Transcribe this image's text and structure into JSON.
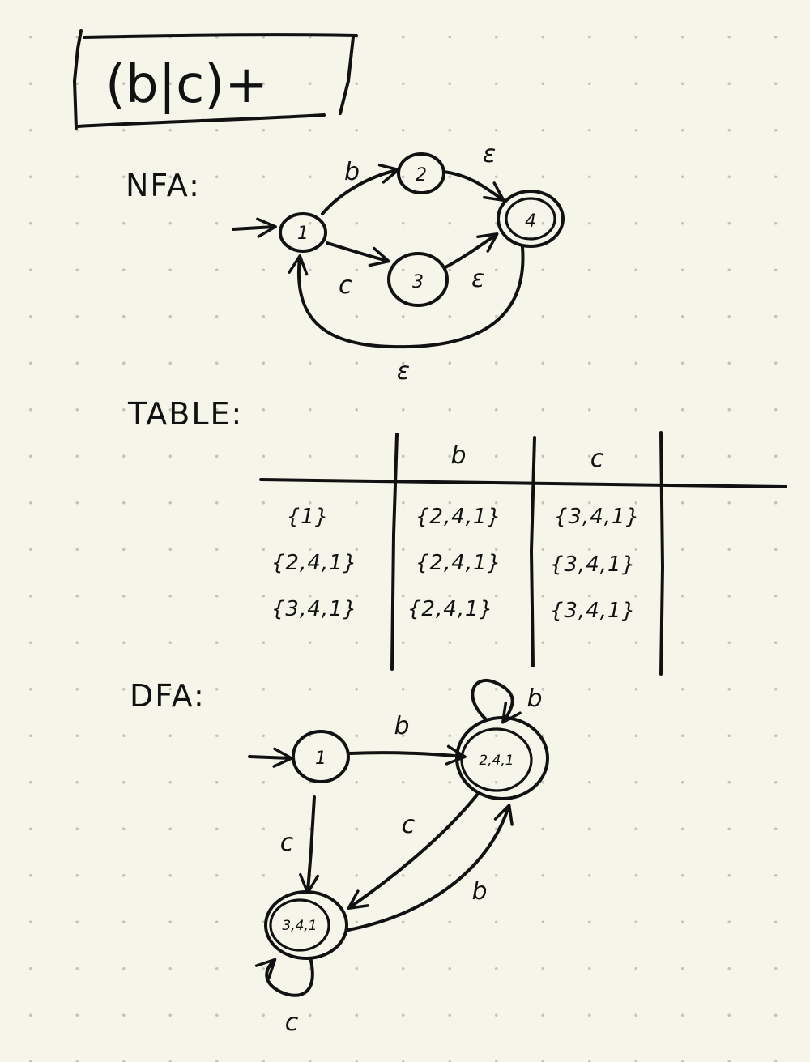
{
  "regex": "(b|c)+",
  "nfa": {
    "heading": "NFA:",
    "states": [
      "1",
      "2",
      "3",
      "4"
    ],
    "start_state": "1",
    "accept_states": [
      "4"
    ],
    "transitions": [
      {
        "from": "1",
        "to": "2",
        "label": "b"
      },
      {
        "from": "1",
        "to": "3",
        "label": "c"
      },
      {
        "from": "2",
        "to": "4",
        "label": "ε"
      },
      {
        "from": "3",
        "to": "4",
        "label": "ε"
      },
      {
        "from": "4",
        "to": "1",
        "label": "ε"
      }
    ]
  },
  "table": {
    "heading": "TABLE:",
    "columns": [
      "b",
      "c"
    ],
    "rows": [
      {
        "state": "{1}",
        "b": "{2,4,1}",
        "c": "{3,4,1}"
      },
      {
        "state": "{2,4,1}",
        "b": "{2,4,1}",
        "c": "{3,4,1}"
      },
      {
        "state": "{3,4,1}",
        "b": "{2,4,1}",
        "c": "{3,4,1}"
      }
    ]
  },
  "dfa": {
    "heading": "DFA:",
    "states": [
      "1",
      "2,4,1",
      "3,4,1"
    ],
    "start_state": "1",
    "accept_states": [
      "2,4,1",
      "3,4,1"
    ],
    "transitions": [
      {
        "from": "1",
        "to": "2,4,1",
        "label": "b"
      },
      {
        "from": "1",
        "to": "3,4,1",
        "label": "c"
      },
      {
        "from": "2,4,1",
        "to": "2,4,1",
        "label": "b"
      },
      {
        "from": "2,4,1",
        "to": "3,4,1",
        "label": "c"
      },
      {
        "from": "3,4,1",
        "to": "2,4,1",
        "label": "b"
      },
      {
        "from": "3,4,1",
        "to": "3,4,1",
        "label": "c"
      }
    ]
  }
}
